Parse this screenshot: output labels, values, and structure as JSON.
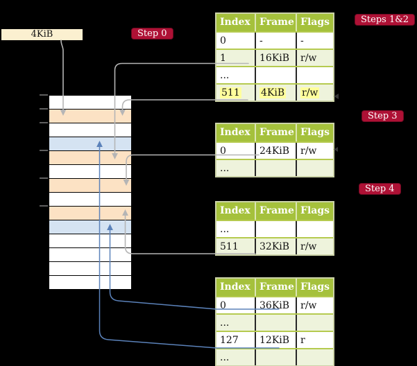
{
  "colors": {
    "background": "#000000",
    "step_label_bg": "#ae1135",
    "table_header_bg": "#a5c13c",
    "table_row_alt_bg": "#eef3dc",
    "highlight_yellow": "#ffff9c",
    "frame_box_bg": "#fbf0d0",
    "memory_frame_orange": "#fce2c4",
    "memory_frame_blue": "#d5e3f2",
    "arrow_gray": "#b5b5b5",
    "arrow_blue": "#5b82ba"
  },
  "frame_size_box": {
    "label": "4KiB"
  },
  "step_labels": {
    "step0": "Step 0",
    "steps12": "Steps 1&2",
    "step3": "Step 3",
    "step4": "Step 4"
  },
  "memory": {
    "rows": [
      "white",
      "orange",
      "white",
      "blue",
      "orange",
      "white",
      "orange",
      "white",
      "orange",
      "blue",
      "white",
      "white",
      "white",
      "white"
    ]
  },
  "tables": [
    {
      "name": "table-steps-1-2",
      "headers": [
        "Index",
        "Frame",
        "Flags"
      ],
      "rows": [
        {
          "cells": [
            "0",
            "-",
            "-"
          ]
        },
        {
          "cells": [
            "1",
            "16KiB",
            "r/w"
          ]
        },
        {
          "cells": [
            "...",
            "",
            ""
          ]
        },
        {
          "cells": [
            "511",
            "4KiB",
            "r/w"
          ],
          "highlight": "true"
        }
      ]
    },
    {
      "name": "table-step-3",
      "headers": [
        "Index",
        "Frame",
        "Flags"
      ],
      "rows": [
        {
          "cells": [
            "0",
            "24KiB",
            "r/w"
          ]
        },
        {
          "cells": [
            "...",
            "",
            ""
          ]
        }
      ]
    },
    {
      "name": "table-step-4",
      "headers": [
        "Index",
        "Frame",
        "Flags"
      ],
      "rows": [
        {
          "cells": [
            "...",
            "",
            ""
          ]
        },
        {
          "cells": [
            "511",
            "32KiB",
            "r/w"
          ]
        }
      ]
    },
    {
      "name": "table-final",
      "headers": [
        "Index",
        "Frame",
        "Flags"
      ],
      "rows": [
        {
          "cells": [
            "0",
            "36KiB",
            "r/w"
          ]
        },
        {
          "cells": [
            "...",
            "",
            ""
          ]
        },
        {
          "cells": [
            "127",
            "12KiB",
            "r"
          ]
        },
        {
          "cells": [
            "...",
            "",
            ""
          ]
        }
      ]
    }
  ]
}
